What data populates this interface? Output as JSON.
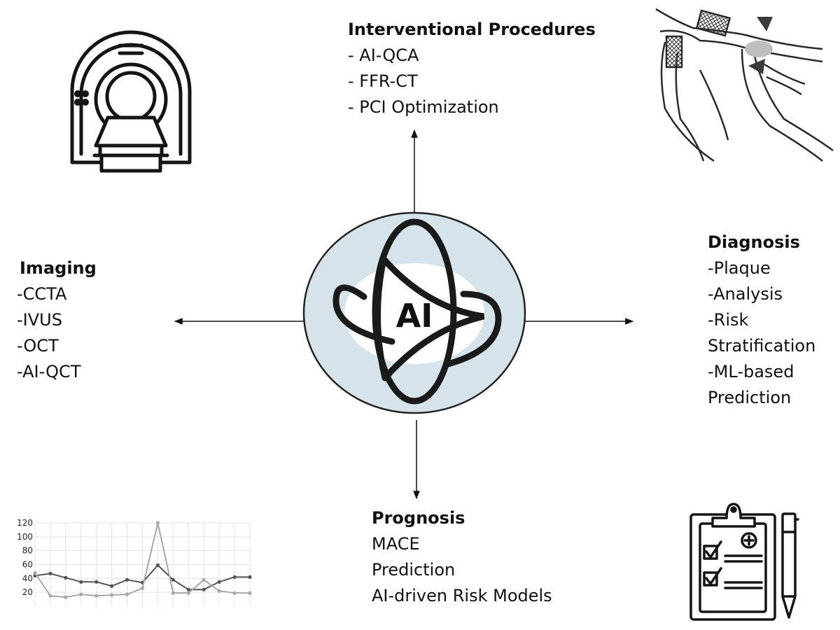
{
  "center": {
    "label": "AI",
    "fill": "#d7e3ea",
    "stroke": "#222222"
  },
  "interventional": {
    "heading": "Interventional Procedures",
    "items": [
      "- AI-QCA",
      "- FFR-CT",
      "- PCI Optimization"
    ]
  },
  "imaging": {
    "heading": "Imaging",
    "items": [
      "-CCTA",
      "-IVUS",
      "-OCT",
      "-AI-QCT"
    ]
  },
  "diagnosis": {
    "heading": "Diagnosis",
    "items": [
      "-Plaque",
      "-Analysis",
      "-Risk",
      "Stratification",
      "-ML-based",
      "Prediction"
    ]
  },
  "prognosis": {
    "heading": "Prognosis",
    "items": [
      "MACE",
      "Prediction",
      "AI-driven Risk Models"
    ]
  },
  "icons": {
    "scanner": "ct-scanner-icon",
    "vessel": "coronary-vessel-stent-illustration",
    "chart": "line-chart-icon",
    "clipboard": "medical-checklist-clipboard-icon"
  },
  "chart_data": {
    "type": "line",
    "x": [
      1,
      2,
      3,
      4,
      5,
      6,
      7,
      8,
      9,
      10,
      11,
      12,
      13,
      14,
      15
    ],
    "ylim": [
      0,
      120
    ],
    "yticks": [
      "120",
      "100",
      "80",
      "60",
      "40",
      "20"
    ],
    "grid": true,
    "series": [
      {
        "color": "#555555",
        "values": [
          44,
          47,
          41,
          35,
          35,
          29,
          38,
          34,
          59,
          38,
          24,
          24,
          35,
          42,
          42
        ]
      },
      {
        "color": "#a8a8a8",
        "values": [
          48,
          15,
          13,
          17,
          15,
          16,
          17,
          26,
          120,
          19,
          19,
          38,
          22,
          19,
          19
        ]
      }
    ]
  }
}
